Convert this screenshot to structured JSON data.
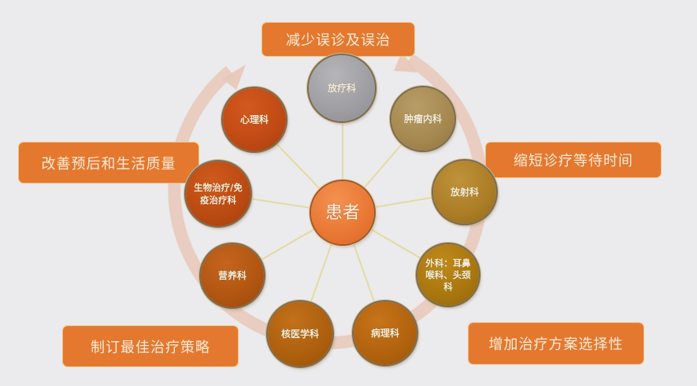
{
  "diagram": {
    "center": {
      "label": "患者",
      "color": "#ea7a33"
    },
    "departments": [
      {
        "id": "radiotherapy",
        "label": "放疗科",
        "color": "#a3a2a6"
      },
      {
        "id": "oncology",
        "label": "肿瘤内科",
        "color": "#a88c56"
      },
      {
        "id": "radiology",
        "label": "放射科",
        "color": "#b0822a"
      },
      {
        "id": "surgery-ent",
        "label": "外科：耳鼻喉科、头颈科",
        "color": "#b07a10"
      },
      {
        "id": "pathology",
        "label": "病理科",
        "color": "#b8650f"
      },
      {
        "id": "nuclear-medicine",
        "label": "核医学科",
        "color": "#b4620f"
      },
      {
        "id": "nutrition",
        "label": "营养科",
        "color": "#b65612"
      },
      {
        "id": "bio-immuno",
        "label": "生物治疗/免疫治疗科",
        "color": "#bf4d12"
      },
      {
        "id": "psychology",
        "label": "心理科",
        "color": "#c44a14"
      }
    ],
    "goals": [
      {
        "id": "reduce-misdiagnosis",
        "label": "减少误诊及误治"
      },
      {
        "id": "shorten-wait",
        "label": "缩短诊疗等待时间"
      },
      {
        "id": "increase-options",
        "label": "增加治疗方案选择性"
      },
      {
        "id": "optimal-strategy",
        "label": "制订最佳治疗策略"
      },
      {
        "id": "improve-prognosis",
        "label": "改善预后和生活质量"
      }
    ],
    "colors": {
      "goal_box": "#e4782f",
      "goal_text": "#f7ecd9",
      "ring": "#e8c8b8",
      "connector": "#e3dba0",
      "background": "#ebeaec"
    }
  }
}
